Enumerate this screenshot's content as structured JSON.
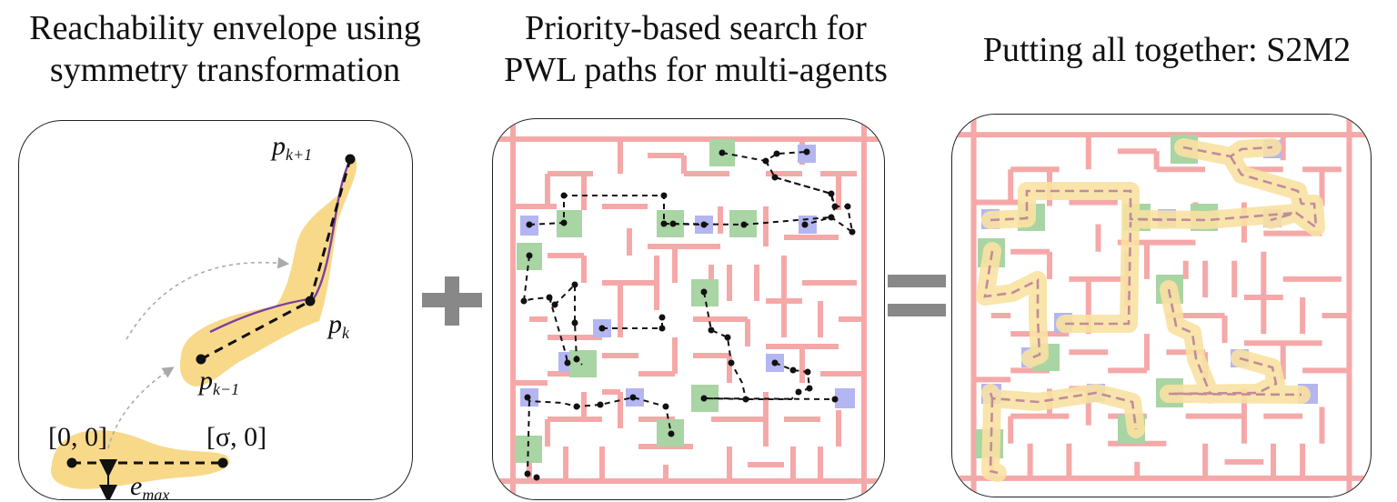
{
  "titles": {
    "left_line1": "Reachability envelope using",
    "left_line2": "symmetry transformation",
    "middle_line1": "Priority-based search for",
    "middle_line2": "PWL paths for multi-agents",
    "right": "Putting all together: S2M2"
  },
  "labels": {
    "p_next": {
      "base": "p",
      "sub": "k+1"
    },
    "p_k": {
      "base": "p",
      "sub": "k"
    },
    "p_prev": {
      "base": "p",
      "sub": "k−1"
    },
    "origin": "[0, 0]",
    "sigma": "[σ, 0]",
    "e_max": {
      "base": "e",
      "sub": "max"
    }
  },
  "operators": {
    "plus": "plus-icon",
    "equals": "equals-icon"
  },
  "colors": {
    "envelope": "#f8d98a",
    "trajectory": "#7b3fa0",
    "wall": "#f5a8a8",
    "goal": "#a9d4a4",
    "start": "#b3b6f0",
    "path": "#111111",
    "operator": "#888888",
    "highlight": "#f9e2a2",
    "merged_path": "#c28b9a"
  }
}
